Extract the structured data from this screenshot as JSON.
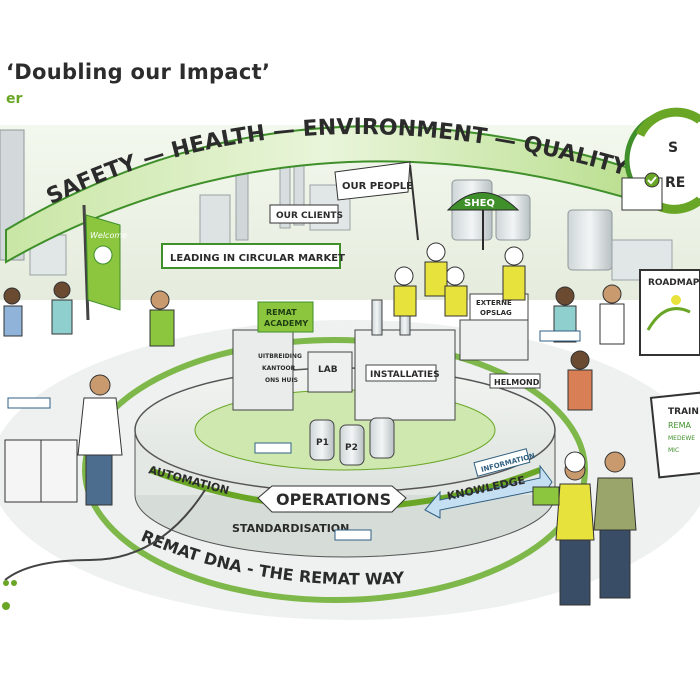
{
  "header": {
    "title": "‘Doubling our Impact’",
    "subtitle": "er"
  },
  "arc_banner": [
    "SAFETY",
    "HEALTH",
    "ENVIRONMENT",
    "QUALITY"
  ],
  "signs": {
    "our_people": "OUR PEOPLE",
    "our_clients": "OUR CLIENTS",
    "leading": "LEADING IN CIRCULAR MARKET",
    "remat_academy": [
      "REMAT",
      "ACADEMY"
    ],
    "uitbreiding": [
      "UITBREIDING",
      "KANTOOR",
      "ONS HUIS"
    ],
    "lab": "LAB",
    "installaties": "INSTALLATIES",
    "externe_opslag": [
      "EXTERNE",
      "OPSLAG"
    ],
    "helmond": "HELMOND",
    "roadmap": "ROADMAP",
    "umbrella": "SHEQ",
    "training": [
      "TRAIN",
      "REMA",
      "MEDEWE",
      "MIC"
    ],
    "flag": "Welcome"
  },
  "platform": {
    "operations": "OPERATIONS",
    "automation": "AUTOMATION",
    "standardisation": "STANDARDISATION",
    "information": "INFORMATION",
    "knowledge": "KNOWLEDGE",
    "p1": "P1",
    "p2": "P2"
  },
  "dna": "REMAT DNA - THE REMAT WAY",
  "cycle": {
    "s": "S",
    "re": "RE"
  },
  "colors": {
    "green_dark": "#3f8f2a",
    "green_main": "#6aa625",
    "green_light": "#c9e6a5",
    "gray_building": "#d9dee0",
    "yellow_vest": "#e8e23c"
  }
}
